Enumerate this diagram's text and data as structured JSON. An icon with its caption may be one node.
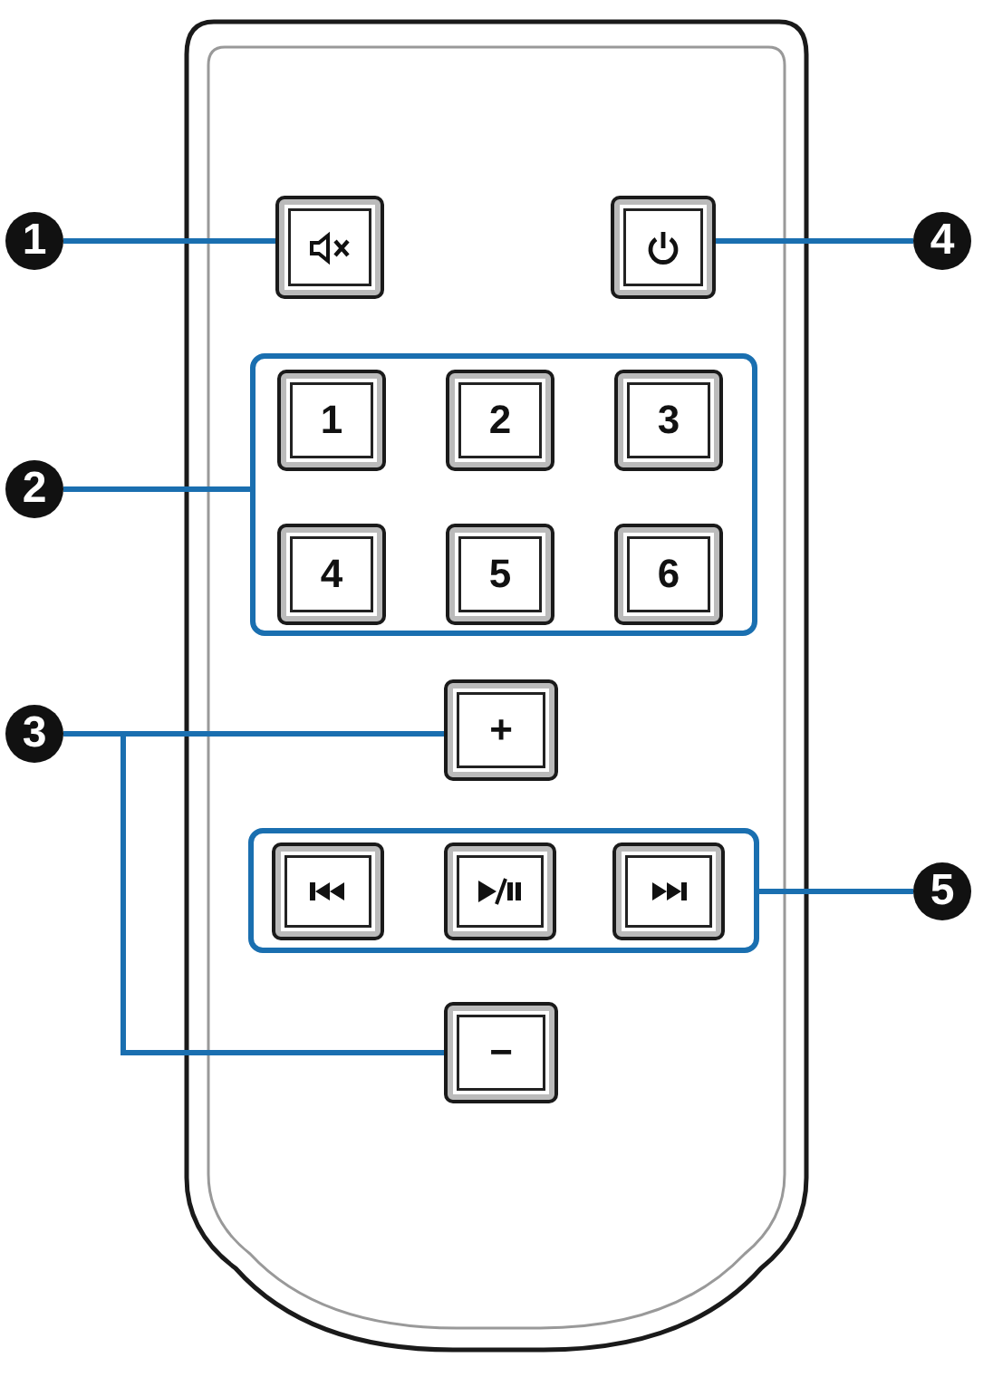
{
  "diagram": {
    "nodes": [
      {
        "text": [
          "1"
        ]
      },
      {
        "text": [],
        "shape": "box"
      },
      {
        "text": [],
        "shape": "box"
      },
      {
        "text": [
          "4"
        ]
      },
      {
        "text": [],
        "shape": "box"
      },
      {
        "text": [
          "1"
        ],
        "in": 4
      },
      {
        "text": [
          "2"
        ],
        "in": 4
      },
      {
        "text": [
          "3"
        ],
        "in": 4
      },
      {
        "text": [
          "4"
        ],
        "in": 4
      },
      {
        "text": [
          "5"
        ],
        "in": 4
      },
      {
        "text": [
          "6"
        ],
        "in": 4
      },
      {
        "text": [
          "2"
        ]
      },
      {
        "text": [
          "3"
        ]
      },
      {
        "text": [
          "+"
        ]
      },
      {
        "text": [],
        "shape": "box"
      },
      {
        "text": [],
        "shape": "box",
        "in": 14
      },
      {
        "text": [],
        "shape": "box",
        "in": 14
      },
      {
        "text": [],
        "shape": "box",
        "in": 14
      },
      {
        "text": [
          "5"
        ]
      },
      {
        "text": [
          "−"
        ]
      }
    ],
    "edges": [
      {
        "from": 0,
        "to": 1,
        "arrow": "none"
      },
      {
        "from": 3,
        "to": 2,
        "arrow": "none"
      },
      {
        "from": 11,
        "to": 4,
        "arrow": "none"
      },
      {
        "from": 12,
        "to": 13,
        "arrow": "none"
      },
      {
        "from": 12,
        "to": 19,
        "arrow": "none"
      },
      {
        "from": 18,
        "to": 14,
        "arrow": "none"
      }
    ]
  }
}
